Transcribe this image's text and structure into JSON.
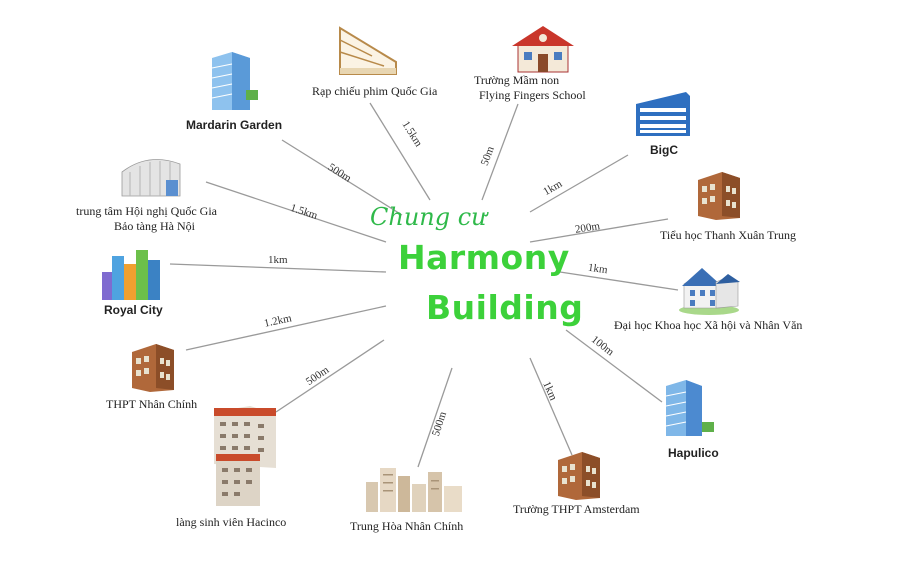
{
  "center": {
    "line1": "Chung cư",
    "line2": "Harmony",
    "line3": "Building"
  },
  "places": [
    {
      "id": "rap-chieu-phim",
      "name": "Rạp chiếu phim Quốc Gia",
      "distance": "1.5km",
      "icon": "cinema-icon"
    },
    {
      "id": "truong-mam-non",
      "name_line1": "Trường Mầm non",
      "name_line2": "Flying Fingers School",
      "distance": "50m",
      "icon": "school-house-icon"
    },
    {
      "id": "bigc",
      "name": "BigC",
      "distance": "1km",
      "icon": "mall-building-icon"
    },
    {
      "id": "tieu-hoc",
      "name": "Tiểu học Thanh Xuân Trung",
      "distance": "200m",
      "icon": "school-building-icon"
    },
    {
      "id": "dai-hoc",
      "name": "Đại học Khoa học Xã hội và Nhân Văn",
      "distance": "1km",
      "icon": "university-icon"
    },
    {
      "id": "hapulico",
      "name": "Hapulico",
      "distance": "100m",
      "icon": "office-tower-icon"
    },
    {
      "id": "thpt-amsterdam",
      "name": "Trường THPT Amsterdam",
      "distance": "1km",
      "icon": "school-building-icon"
    },
    {
      "id": "trung-hoa",
      "name": "Trung Hòa Nhân Chính",
      "distance": "500m",
      "icon": "skyline-icon"
    },
    {
      "id": "lang-sinh-vien",
      "name": "làng sinh viên Hacinco",
      "distance": "500m",
      "icon": "dormitory-icon"
    },
    {
      "id": "thpt-nhan-chinh",
      "name": "THPT Nhân Chính",
      "distance": "1.2km",
      "icon": "school-building-icon"
    },
    {
      "id": "royal-city",
      "name": "Royal City",
      "distance": "1km",
      "icon": "towers-icon"
    },
    {
      "id": "hoi-nghi",
      "name_line1": "trung tâm Hội nghị Quốc Gia",
      "name_line2": "Bảo tàng Hà Nội",
      "distance": "1.5km",
      "icon": "convention-center-icon"
    },
    {
      "id": "mardarin",
      "name": "Mardarin Garden",
      "distance": "500m",
      "icon": "apartment-icon"
    }
  ],
  "colors": {
    "accent": "#3cd13a",
    "line": "#9a9a9a",
    "brick": "#a65a2e",
    "blue": "#3a78c8"
  }
}
